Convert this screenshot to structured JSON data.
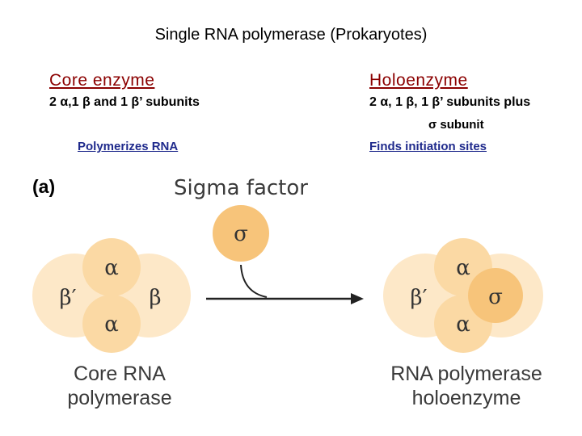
{
  "title": "Single RNA polymerase (Prokaryotes)",
  "core": {
    "heading": "Core enzyme",
    "subunits": "2 α,1 β and 1 β’ subunits",
    "function": "Polymerizes RNA"
  },
  "holo": {
    "heading": "Holoenzyme",
    "subunits_line1": "2 α, 1 β, 1 β’ subunits plus",
    "subunits_line2": "σ subunit",
    "function": "Finds initiation sites"
  },
  "figure": {
    "panel_label": "(a)",
    "sigma_factor_label": "Sigma factor",
    "core_caption_line1": "Core RNA",
    "core_caption_line2": "polymerase",
    "holo_caption_line1": "RNA polymerase",
    "holo_caption_line2": "holoenzyme",
    "subunit_labels": {
      "alpha": "α",
      "beta": "β",
      "beta_prime": "β′",
      "sigma": "σ"
    }
  },
  "colors": {
    "outer_subunit": "#fde8c8",
    "alpha_subunit": "#fbd9a4",
    "sigma_subunit": "#f7c47a",
    "arrow": "#222222"
  }
}
